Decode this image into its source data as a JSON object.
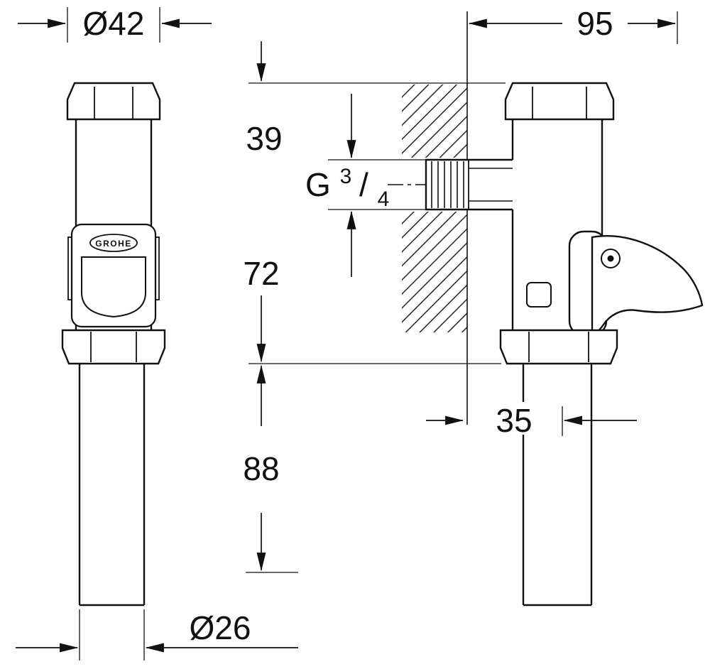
{
  "dimensions": {
    "cap_diameter": "Ø42",
    "depth": "95",
    "top_to_inlet": "39",
    "thread": {
      "g": "G",
      "numerator": "3",
      "slash": "/",
      "denominator": "4"
    },
    "inlet_to_outlet": "72",
    "wall_to_pipe": "35",
    "pipe_length": "88",
    "pipe_diameter": "Ø26"
  },
  "logo": "GROHE",
  "colors": {
    "line": "#111111",
    "background": "#ffffff"
  }
}
